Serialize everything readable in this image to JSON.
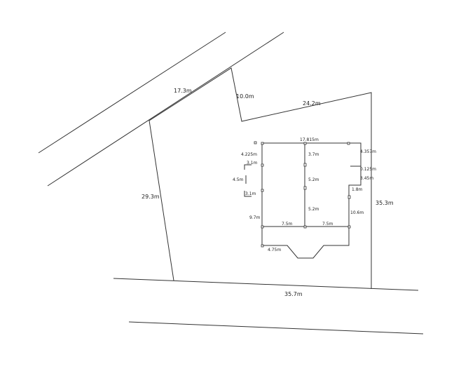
{
  "site": {
    "road_width": "17.3m",
    "lot_edges": {
      "top_left": "10.0m",
      "top_right": "24.2m",
      "left": "29.3m",
      "right": "35.3m",
      "bottom": "35.7m"
    }
  },
  "building": {
    "top": "17.815m",
    "left_top": "4.225m",
    "left_notch_top": "3.1m",
    "left_notch_height": "4.5m",
    "left_notch_bottom": "3.1m",
    "left_bottom": "9.7m",
    "mid_top": "3.7m",
    "mid_1": "5.2m",
    "mid_2": "5.2m",
    "bottom_left_span": "7.5m",
    "bottom_right_span": "7.5m",
    "porch": "4.75m",
    "right_top": "4.357m",
    "right_offset": "0.125m",
    "right_mid": "3.45m",
    "right_step": "1.8m",
    "right_bottom": "10.6m"
  }
}
